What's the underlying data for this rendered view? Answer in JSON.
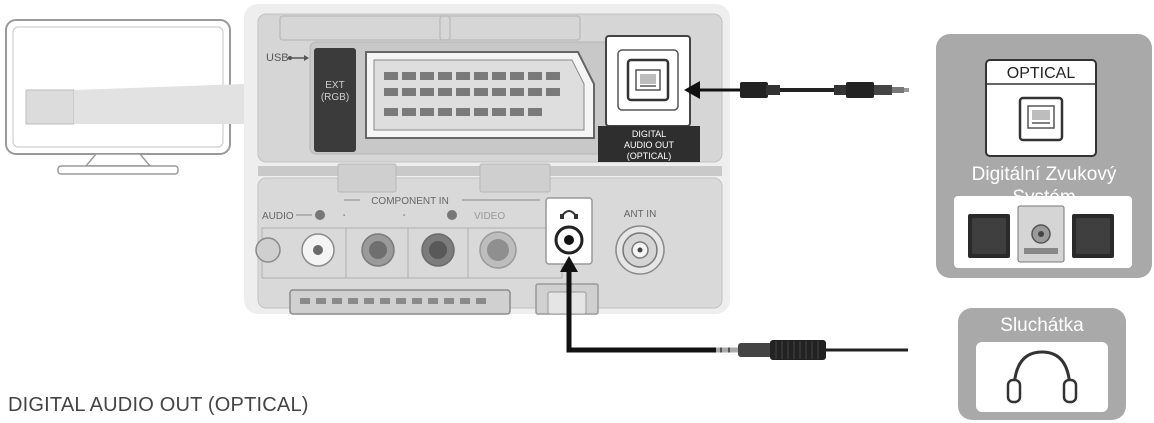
{
  "title": "DIGITAL AUDIO OUT (OPTICAL)",
  "tv_panel": {
    "port_usb": "USB",
    "port_ext": "EXT",
    "port_ext_sub": "(RGB)",
    "port_digital": [
      "DIGITAL",
      "AUDIO OUT",
      "(OPTICAL)"
    ],
    "component_label": "COMPONENT IN",
    "audio_label": "AUDIO",
    "video_label": "VIDEO",
    "ant_label": "ANT IN"
  },
  "devices": {
    "optical_label": "OPTICAL",
    "audio_system_label": [
      "Digitální Zvukový",
      "Systém"
    ],
    "headphones_label": "Sluchátka"
  },
  "colors": {
    "panel_gray": "#d9d9d9",
    "port_dark": "#3a3a3a",
    "device_box": "#a8a8a8",
    "cable": "#111111"
  },
  "icons": [
    "tv-icon",
    "scart-port-icon",
    "optical-port-icon",
    "optical-cable-icon",
    "headphone-jack-icon",
    "rca-jack-icon",
    "antenna-jack-icon",
    "headphone-plug-icon",
    "sound-system-icon",
    "headphones-icon",
    "usb-icon"
  ]
}
